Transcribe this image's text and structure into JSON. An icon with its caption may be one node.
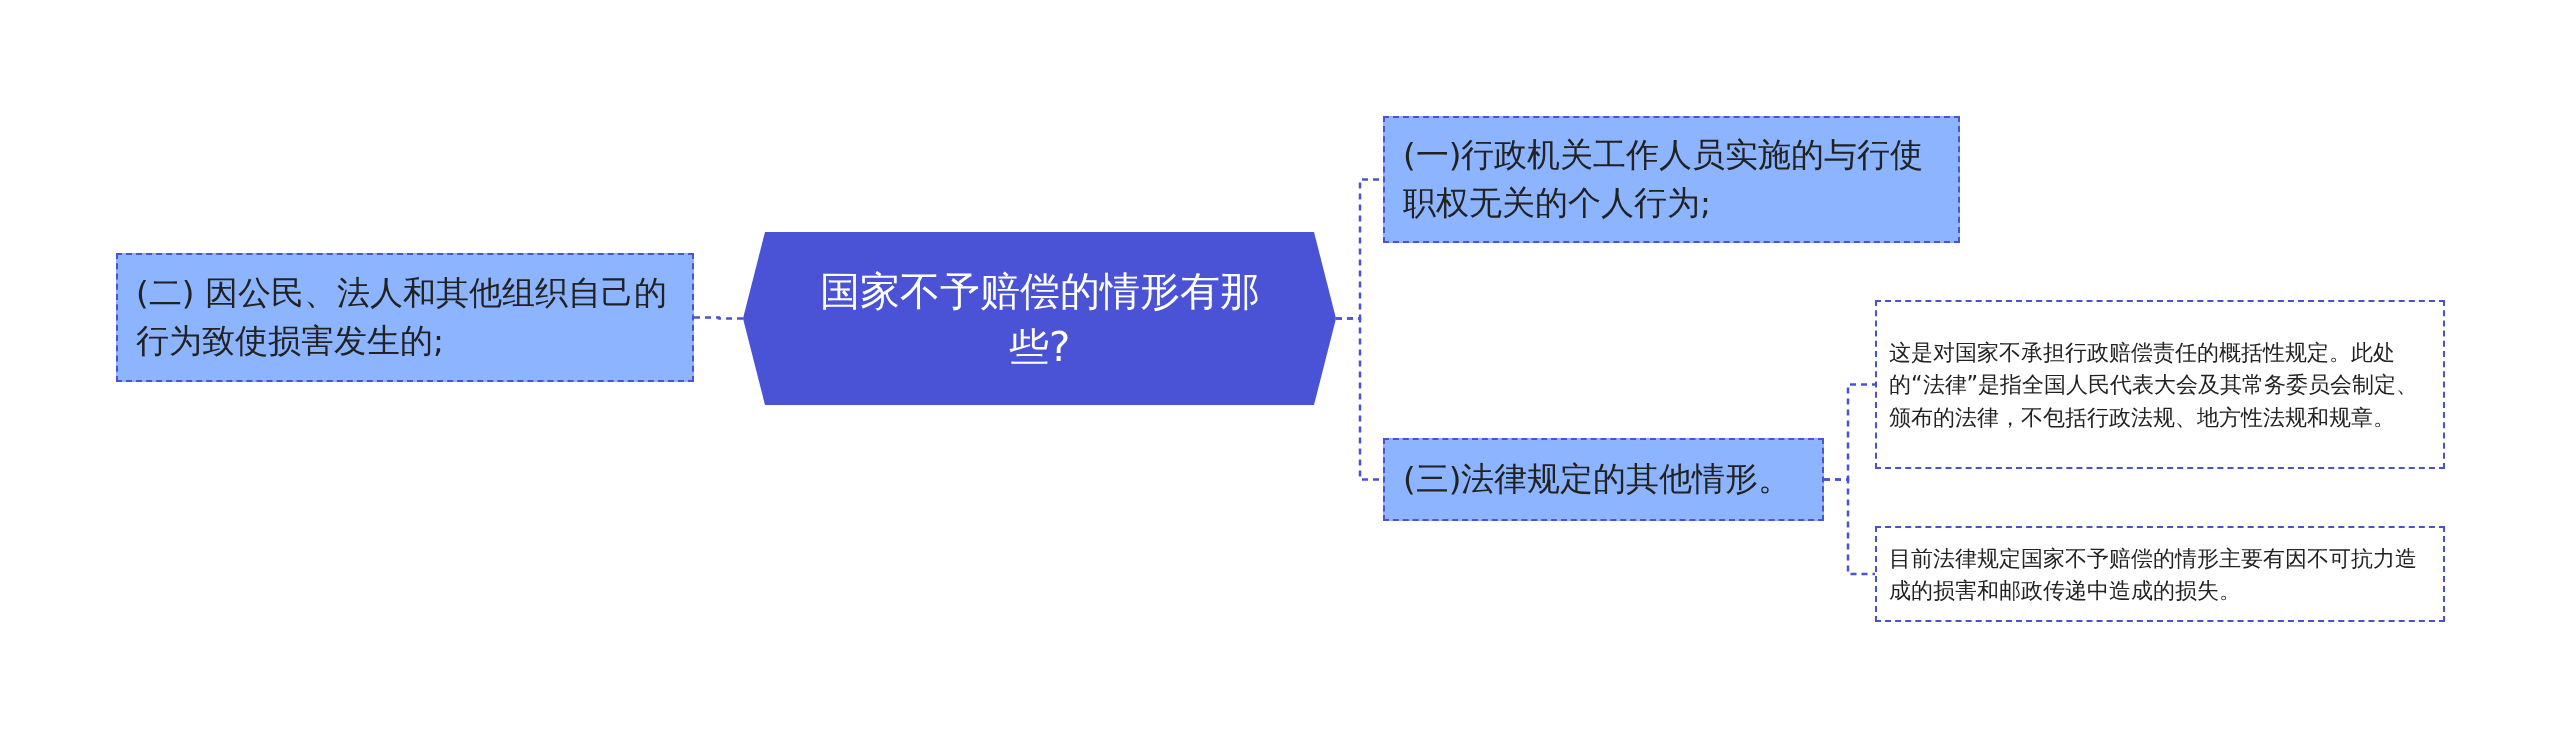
{
  "diagram": {
    "nodes": [
      {
        "text": [
          "国家不予赔偿的情形有那些?"
        ]
      },
      {
        "text": [
          "(二) 因公民、法人和其他组织自己的行为致使损害发生的;"
        ]
      },
      {
        "text": [
          "(一)行政机关工作人员实施的与行使职权无关的个人行为;"
        ]
      },
      {
        "text": [
          "(三)法律规定的其他情形。"
        ]
      },
      {
        "text": [
          "这是对国家不承担行政赔偿责任的概括性规定。此处的“法律”是指全国人民代表大会及其常务委员会制定、颁布的法律，不包括行政法规、地方性法规和规章。"
        ]
      },
      {
        "text": [
          "目前法律规定国家不予赔偿的情形主要有因不可抗力造成的损害和邮政传递中造成的损失。"
        ]
      }
    ],
    "edges": [
      {
        "from": 0,
        "to": 1,
        "arrow": "none",
        "style": "dashed"
      },
      {
        "from": 0,
        "to": 2,
        "arrow": "none",
        "style": "dashed"
      },
      {
        "from": 0,
        "to": 3,
        "arrow": "none",
        "style": "dashed"
      },
      {
        "from": 3,
        "to": 4,
        "arrow": "none",
        "style": "dashed"
      },
      {
        "from": 3,
        "to": 5,
        "arrow": "none",
        "style": "dashed"
      }
    ]
  }
}
